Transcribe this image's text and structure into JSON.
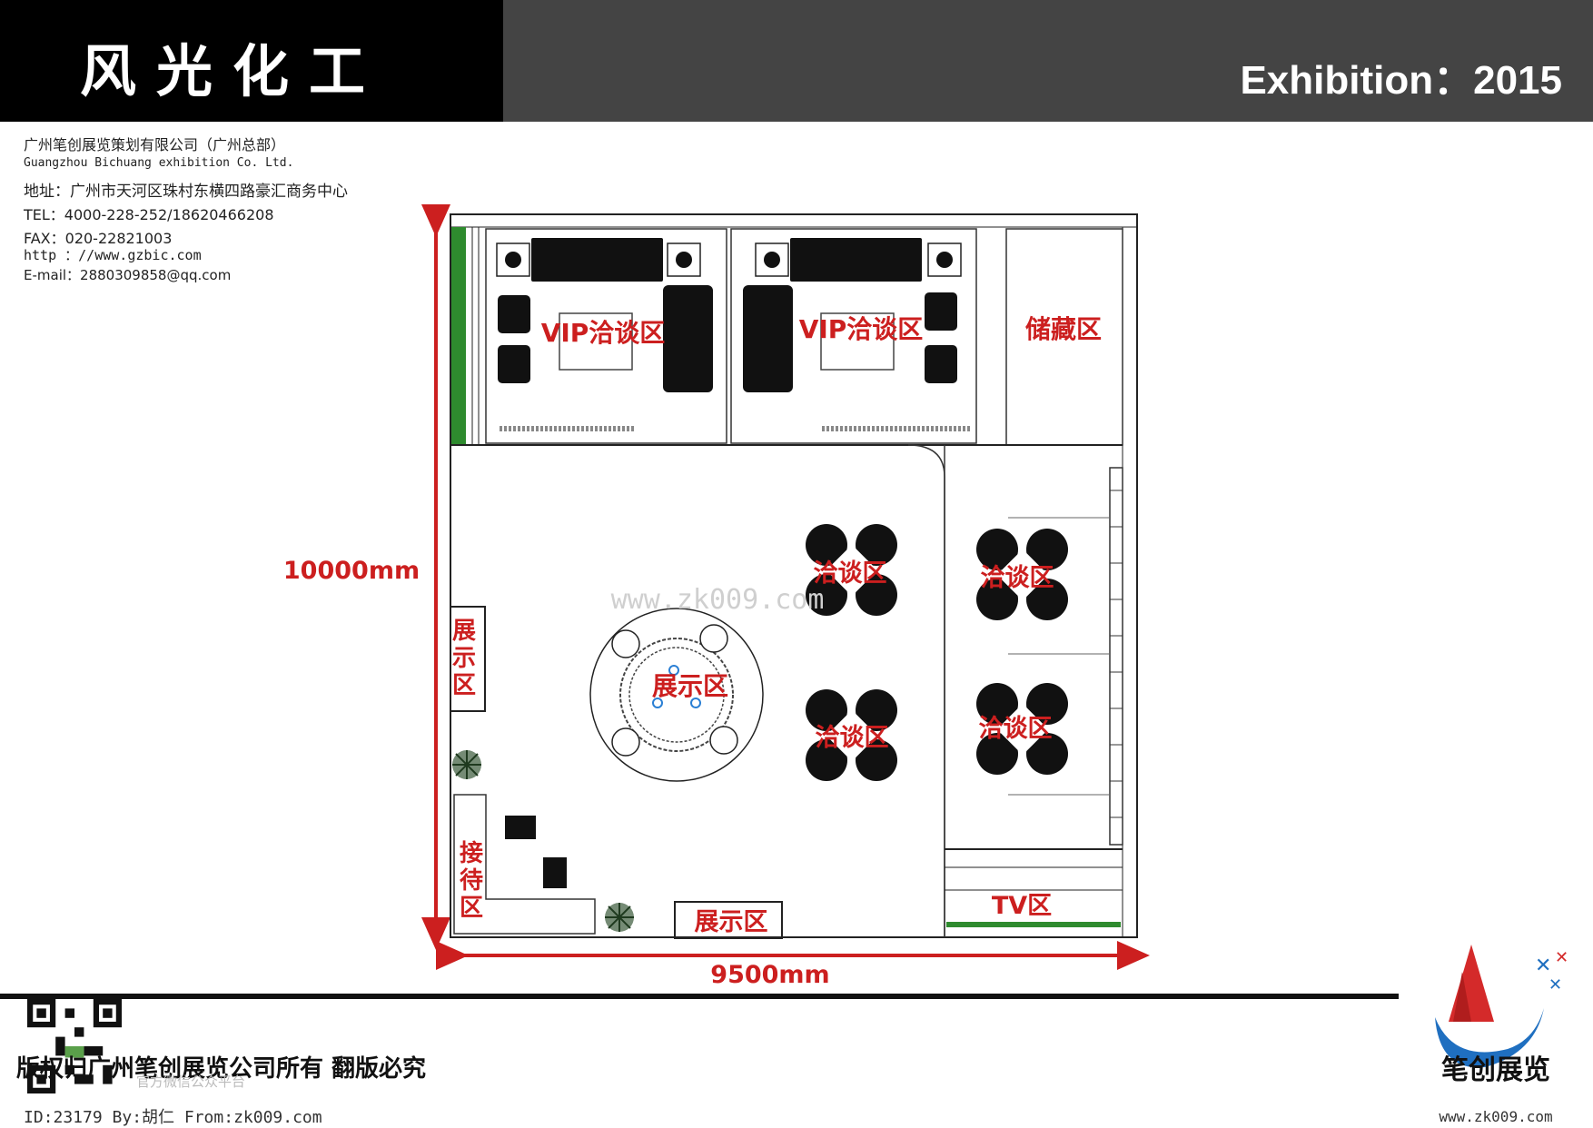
{
  "header": {
    "title": "风光化工",
    "exhibition": "Exhibition：2015"
  },
  "company": {
    "name_cn": "广州笔创展览策划有限公司（广州总部）",
    "name_en": "Guangzhou Bichuang exhibition Co. Ltd.",
    "address": "地址：广州市天河区珠村东横四路豪汇商务中心",
    "tel": "TEL：4000-228-252/18620466208",
    "fax": "FAX：020-22821003",
    "web": "http ：//www.gzbic.com",
    "email": "E-mail：2880309858@qq.com"
  },
  "plan": {
    "height_dim": "10000mm",
    "width_dim": "9500mm",
    "zones": {
      "vip_left": "VIP洽谈区",
      "vip_right": "VIP洽谈区",
      "storage": "储藏区",
      "nego_1": "洽谈区",
      "nego_2": "洽谈区",
      "nego_3": "洽谈区",
      "nego_4": "洽谈区",
      "display_center": "展示区",
      "display_left": "展示区",
      "display_bottom": "展示区",
      "reception": "接待区",
      "tv": "TV区"
    },
    "watermark": "www.zk009.com"
  },
  "footer": {
    "copyright": "版权归广州笔创展览公司所有 翻版必究",
    "wechat": "官方微信公众平台",
    "id_line": "ID:23179 By:胡仁 From:zk009.com",
    "logo_text": "笔创展览",
    "logo_site": "www.zk009.com"
  },
  "colors": {
    "accent_red": "#cc1f1f",
    "header_black": "#000000",
    "header_grey": "#444444"
  }
}
